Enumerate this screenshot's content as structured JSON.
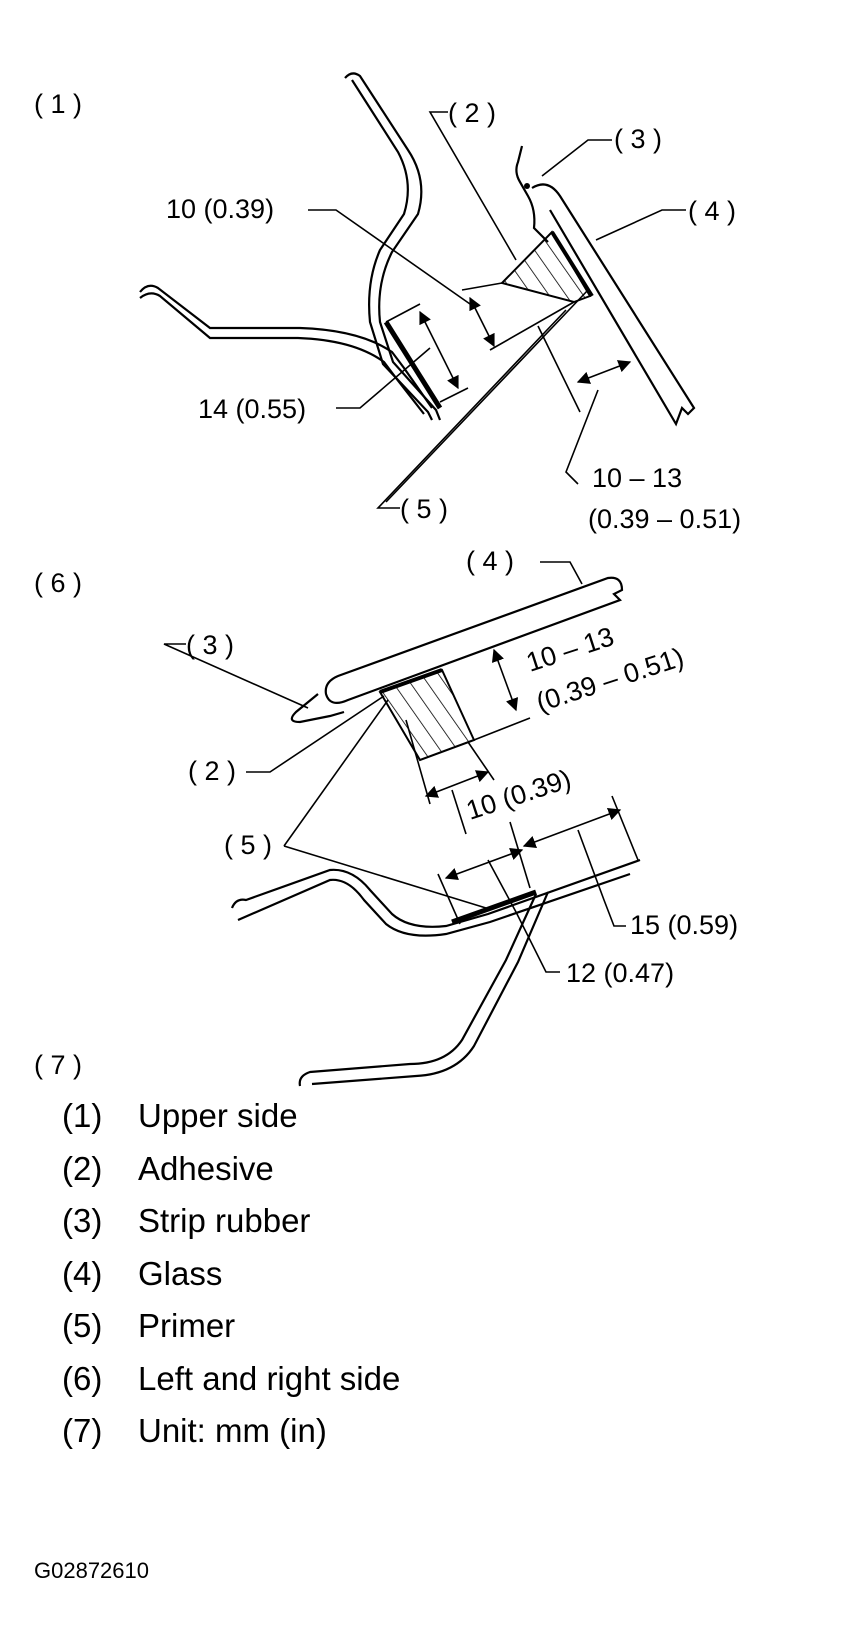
{
  "views": {
    "upper": {
      "title": "( 1 )",
      "callouts": {
        "adhesive": "( 2 )",
        "strip_rubber": "( 3 )",
        "glass": "( 4 )",
        "primer": "( 5 )"
      },
      "dimensions": {
        "adhesive_height": "10 (0.39)",
        "primer_width": "14 (0.55)",
        "gap_line1": "10 – 13",
        "gap_line2": "(0.39 – 0.51)"
      }
    },
    "side": {
      "title": "( 6 )",
      "callouts": {
        "adhesive": "( 2 )",
        "strip_rubber": "( 3 )",
        "glass": "( 4 )",
        "primer": "( 5 )"
      },
      "dimensions": {
        "gap_line1": "10 – 13",
        "gap_line2": "(0.39 – 0.51)",
        "adhesive_width": "10 (0.39)",
        "primer_outer": "15 (0.59)",
        "primer_inner": "12 (0.47)"
      }
    },
    "unit_ref": "( 7 )"
  },
  "legend": [
    {
      "key": "(1)",
      "text": "Upper side"
    },
    {
      "key": "(2)",
      "text": "Adhesive"
    },
    {
      "key": "(3)",
      "text": "Strip rubber"
    },
    {
      "key": "(4)",
      "text": "Glass"
    },
    {
      "key": "(5)",
      "text": "Primer"
    },
    {
      "key": "(6)",
      "text": "Left and right side"
    },
    {
      "key": "(7)",
      "text": "Unit: mm (in)"
    }
  ],
  "figure_code": "G02872610"
}
